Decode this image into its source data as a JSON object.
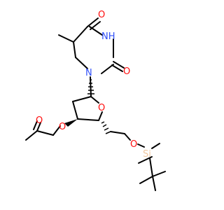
{
  "molecule": {
    "atom_labels": {
      "o_ketone": "O",
      "nh": "NH",
      "o_urea": "O",
      "n_ring": "N",
      "o_sugar": "O",
      "o_acetyl_carbonyl": "O",
      "o_acetyl_ester": "O",
      "o_ether": "O",
      "si": "Si"
    },
    "colors": {
      "oxygen": "#ff0d0d",
      "nitrogen": "#3050f8",
      "silicon": "#f0c8a0",
      "bond": "#000000"
    }
  }
}
